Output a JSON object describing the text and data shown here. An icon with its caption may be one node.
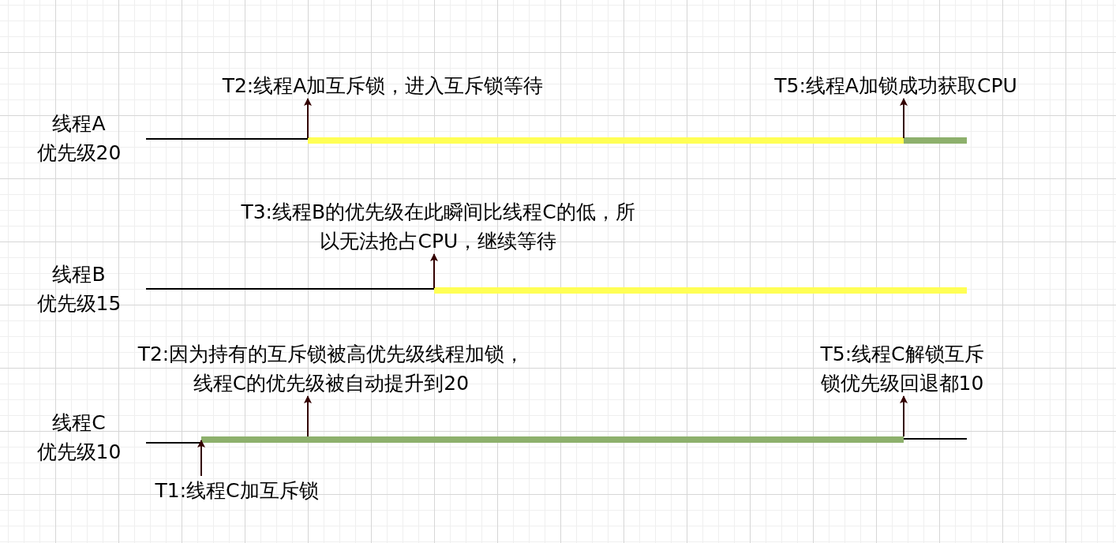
{
  "diagram": {
    "nodes": [
      {
        "text": [
          "线程A",
          "优先级20"
        ]
      },
      {
        "text": [
          "线程B",
          "优先级15"
        ]
      },
      {
        "text": [
          "线程C",
          "优先级10"
        ]
      },
      {
        "text": [
          "T2:线程A加互斥锁，进入互斥锁等待"
        ]
      },
      {
        "text": [
          "T5:线程A加锁成功获取CPU"
        ]
      },
      {
        "text": [
          "T3:线程B的优先级在此瞬间比线程C的低，所以无法抢占CPU，继续等待"
        ]
      },
      {
        "text": [
          "T2:因为持有的互斥锁被高优先级线程加锁，线程C的优先级被自动提升到20"
        ]
      },
      {
        "text": [
          "T5:线程C解锁互斥锁优先级回退都10"
        ]
      },
      {
        "text": [
          "T1:线程C加互斥锁"
        ]
      }
    ],
    "edges": [
      {
        "from": null,
        "to": 3,
        "arrow": "to"
      },
      {
        "from": null,
        "to": 4,
        "arrow": "to"
      },
      {
        "from": null,
        "to": 5,
        "arrow": "to"
      },
      {
        "from": null,
        "to": 6,
        "arrow": "to"
      },
      {
        "from": null,
        "to": 7,
        "arrow": "to"
      },
      {
        "from": 8,
        "to": null,
        "arrow": "to"
      }
    ]
  }
}
